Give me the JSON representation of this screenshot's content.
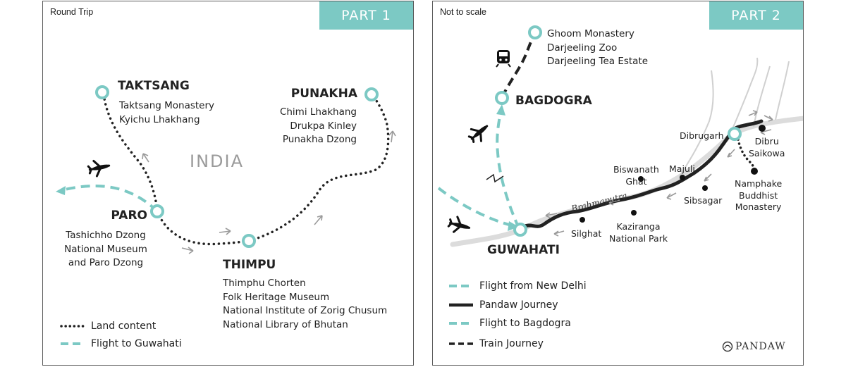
{
  "part1": {
    "corner_note": "Round Trip",
    "tab": "PART 1",
    "region_label": "INDIA",
    "cities": {
      "taktsang": "TAKTSANG",
      "punakha": "PUNAKHA",
      "paro": "PARO",
      "thimpu": "THIMPU"
    },
    "sights": {
      "taktsang": [
        "Taktsang Monastery",
        "Kyichu Lhakhang"
      ],
      "punakha": [
        "Chimi Lhakhang",
        "Drukpa Kinley",
        "Punakha Dzong"
      ],
      "paro": [
        "Tashichho Dzong",
        "National Museum",
        "and Paro Dzong"
      ],
      "thimpu": [
        "Thimphu Chorten",
        "Folk Heritage Museum",
        "National Institute of Zorig Chusum",
        "National Library of Bhutan"
      ]
    },
    "legend": [
      {
        "label": "Land content",
        "style": "dotted",
        "color": "#222222"
      },
      {
        "label": "Flight to Guwahati",
        "style": "dashed",
        "color": "#7cc9c4"
      }
    ]
  },
  "part2": {
    "corner_note": "Not to scale",
    "tab": "PART 2",
    "cities": {
      "bagdogra": "BAGDOGRA",
      "guwahati": "GUWAHATI"
    },
    "darjeeling_sights": [
      "Ghoom Monastery",
      "Darjeeling Zoo",
      "Darjeeling Tea Estate"
    ],
    "stops": {
      "dibrugarh": "Dibrugarh",
      "dibru_saikowa": [
        "Dibru",
        "Saikowa"
      ],
      "namphake": [
        "Namphake",
        "Buddhist",
        "Monastery"
      ],
      "biswanath": [
        "Biswanath",
        "Ghat"
      ],
      "majuli": "Majuli",
      "sibsagar": "Sibsagar",
      "silghat": "Silghat",
      "kaziranga": [
        "Kaziranga",
        "National Park"
      ]
    },
    "river": "Brahmaputra",
    "legend": [
      {
        "label": "Flight from New Delhi",
        "style": "dashed",
        "color": "#7cc9c4"
      },
      {
        "label": "Pandaw Journey",
        "style": "solid",
        "color": "#222222"
      },
      {
        "label": "Flight to Bagdogra",
        "style": "dashed",
        "color": "#7cc9c4"
      },
      {
        "label": "Train Journey",
        "style": "dashed",
        "color": "#222222"
      }
    ],
    "brand": "PANDAW"
  },
  "icons": [
    "plane-icon",
    "train-icon",
    "arrow-icon",
    "stop-circle-icon",
    "pandaw-logo-icon"
  ],
  "colors": {
    "accent": "#7cc9c4",
    "route": "#222222",
    "river": "#d6d6d6",
    "arrows": "#9a9a9a"
  }
}
